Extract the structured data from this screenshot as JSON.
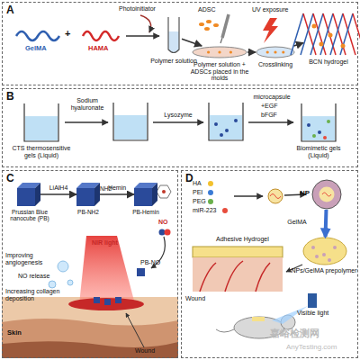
{
  "diagram": {
    "nodes": [
      {
        "text": [
          "A"
        ]
      },
      {
        "text": [
          "B"
        ]
      },
      {
        "text": [
          "C"
        ]
      },
      {
        "text": [
          "D"
        ]
      },
      {
        "text": [
          "Polymer solution"
        ],
        "in": 0
      },
      {
        "text": [
          "Polymer solution + ADSCs placed in the molds"
        ],
        "in": 0
      },
      {
        "text": [
          "Crosslinking"
        ],
        "in": 0
      },
      {
        "text": [
          "BCN hydrogel"
        ],
        "in": 0
      },
      {
        "text": [
          "CTS thermosensitive gels (Liquid)"
        ],
        "in": 1
      },
      {
        "text": [
          "Biomimetic gels (Liquid)"
        ],
        "in": 1
      },
      {
        "text": [
          "Prussian Blue nanocube (PB)"
        ],
        "in": 2
      },
      {
        "text": [
          "PB-NH2"
        ],
        "in": 2
      },
      {
        "text": [
          "PB-Hemin"
        ],
        "in": 2
      },
      {
        "text": [
          "NP"
        ],
        "in": 3
      },
      {
        "text": [
          "NPs/GelMA prepolymer"
        ],
        "in": 3
      }
    ],
    "edges": [
      {
        "from": 4,
        "to": 5,
        "arrow": "to"
      },
      {
        "from": 5,
        "to": 6,
        "arrow": "to"
      },
      {
        "from": 6,
        "to": 7,
        "arrow": "to"
      },
      {
        "from": 10,
        "to": 11,
        "label": "LiAlH4",
        "arrow": "to"
      },
      {
        "from": 11,
        "to": 12,
        "label": "Hemin",
        "arrow": "to"
      },
      {
        "from": 13,
        "to": 14,
        "label": "GelMA",
        "arrow": "to"
      }
    ],
    "labels": [
      "GelMA",
      "+",
      "HAMA",
      "Photoinitiator",
      "ADSC",
      "UV exposure",
      "Sodium hyaluronate",
      "Lysozyme",
      "microcapsule",
      "+EGF",
      "bFGF",
      "NH2",
      "NO",
      "NIR light",
      "Improving angiogenesis",
      "NO release",
      "Increasing collagen deposition",
      "Skin",
      "Wound",
      "PB-NO",
      "HA",
      "PEI",
      "PEG",
      "miR-223",
      "Adhesive Hydrogel",
      "Wound",
      "Visible light",
      "嘉峪检测网",
      "AnyTesting.com"
    ]
  }
}
